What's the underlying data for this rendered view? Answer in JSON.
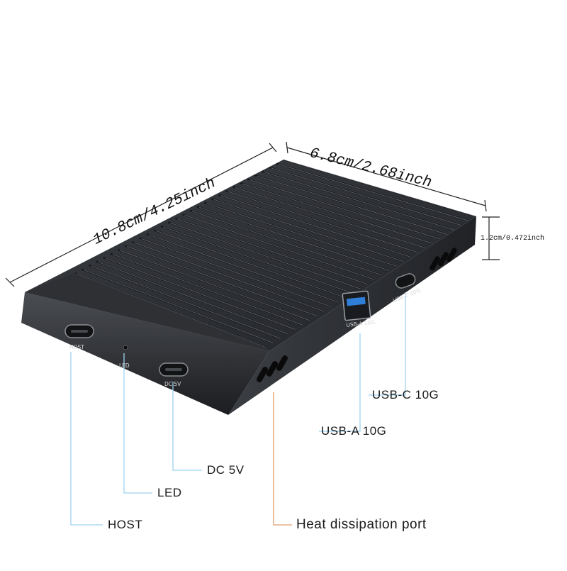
{
  "dimensions": {
    "length": "10.8cm/4.25inch",
    "width": "6.8cm/2.68inch",
    "height": "1.2cm/0.472inch"
  },
  "device_labels": {
    "host": "HOST",
    "led": "LED",
    "dc": "DC 5V",
    "usb_a": "USB-A 10G",
    "usb_c": "USB-C 10G"
  },
  "callouts": {
    "usb_c": "USB-C 10G",
    "usb_a": "USB-A 10G",
    "dc": "DC 5V",
    "led": "LED",
    "host": "HOST",
    "heat": "Heat dissipation port"
  },
  "colors": {
    "device_body": "#2b2d30",
    "device_top": "#33363a",
    "usb_a_tongue": "#2f7fd8",
    "leader_line": "#9fd3f0",
    "heat_leader_line": "#e0a070"
  }
}
